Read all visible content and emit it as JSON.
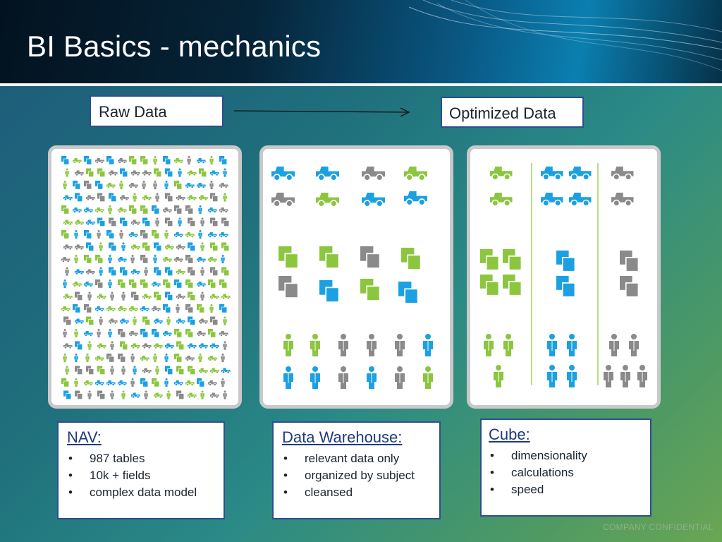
{
  "slide": {
    "title": "BI Basics - mechanics",
    "footer": "COMPANY CONFIDENTIAL"
  },
  "flow": {
    "source_label": "Raw Data",
    "target_label": "Optimized Data"
  },
  "colors": {
    "green": "#8cc63f",
    "blue": "#1ba1e2",
    "gray": "#8a8a8a",
    "box_border": "#2d4f8c"
  },
  "panels": [
    {
      "name": "NAV",
      "heading": "NAV:",
      "bullets": [
        "987 tables",
        "10k + fields",
        "complex data model"
      ]
    },
    {
      "name": "Data Warehouse",
      "heading": "Data Warehouse:",
      "bullets": [
        "relevant data only",
        "organized by subject",
        "cleansed"
      ]
    },
    {
      "name": "Cube",
      "heading": "Cube:",
      "bullets": [
        "dimensionality",
        "calculations",
        "speed"
      ]
    }
  ],
  "icons": [
    "truck-icon",
    "document-stack-icon",
    "person-icon"
  ]
}
